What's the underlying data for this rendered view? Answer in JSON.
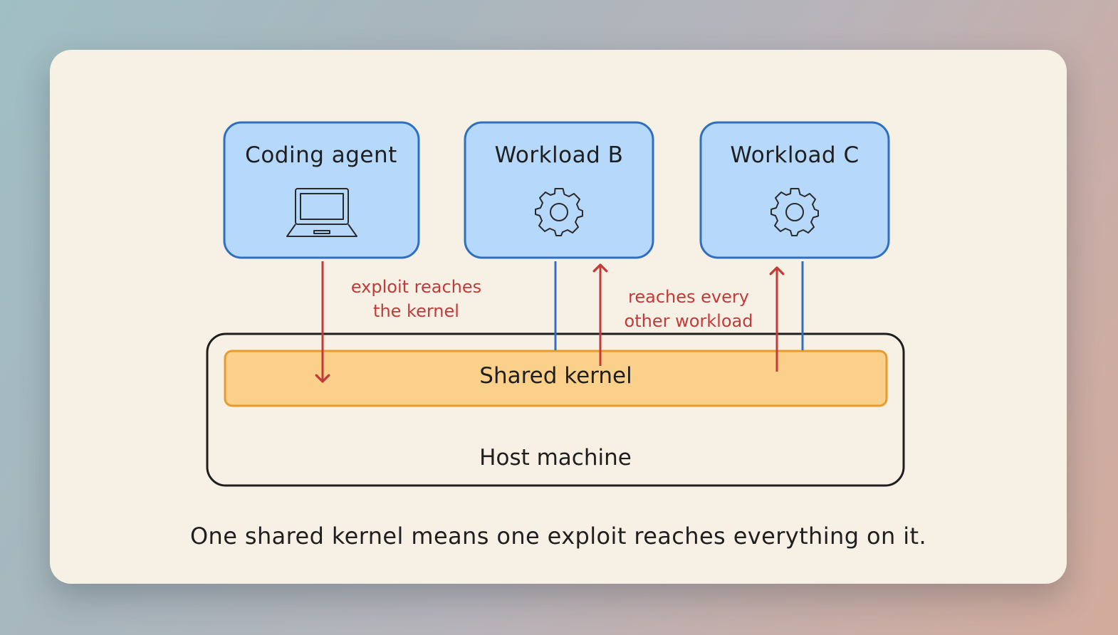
{
  "workloads": [
    {
      "title": "Coding agent",
      "icon": "laptop-icon"
    },
    {
      "title": "Workload B",
      "icon": "gear-icon"
    },
    {
      "title": "Workload C",
      "icon": "gear-icon"
    }
  ],
  "annotations": {
    "exploit": "exploit reaches the kernel",
    "reach": "reaches every other workload"
  },
  "layers": {
    "kernel": "Shared kernel",
    "host": "Host machine"
  },
  "caption": "One shared kernel means one exploit reaches everything on it.",
  "colors": {
    "card_background": "#f7f1e5",
    "workload_fill": "#b6d8fb",
    "workload_stroke": "#2f6fc0",
    "kernel_fill": "#fbd08a",
    "kernel_stroke": "#e89a2a",
    "host_stroke": "#1f1f1f",
    "arrow": "#c23a3a"
  }
}
